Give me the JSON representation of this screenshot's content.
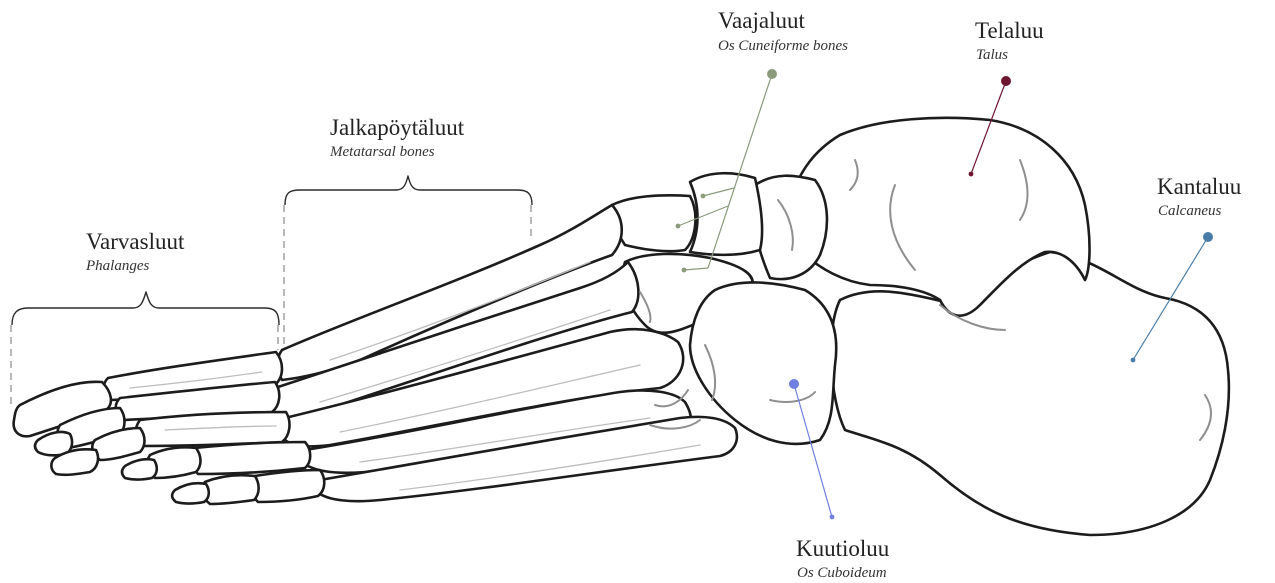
{
  "labels": {
    "vaajaluut": {
      "name": "Vaajaluut",
      "latin": "Os Cuneiforme bones",
      "color": "#8a9a7b"
    },
    "telaluu": {
      "name": "Telaluu",
      "latin": "Talus",
      "color": "#6e1530"
    },
    "jalkapoytaluut": {
      "name": "Jalkapöytäluut",
      "latin": "Metatarsal bones"
    },
    "varvasluut": {
      "name": "Varvasluut",
      "latin": "Phalanges"
    },
    "kantaluu": {
      "name": "Kantaluu",
      "latin": "Calcaneus",
      "color": "#4a7ea8"
    },
    "kuutioluu": {
      "name": "Kuutioluu",
      "latin": "Os Cuboideum",
      "color": "#6f7fe0"
    }
  }
}
